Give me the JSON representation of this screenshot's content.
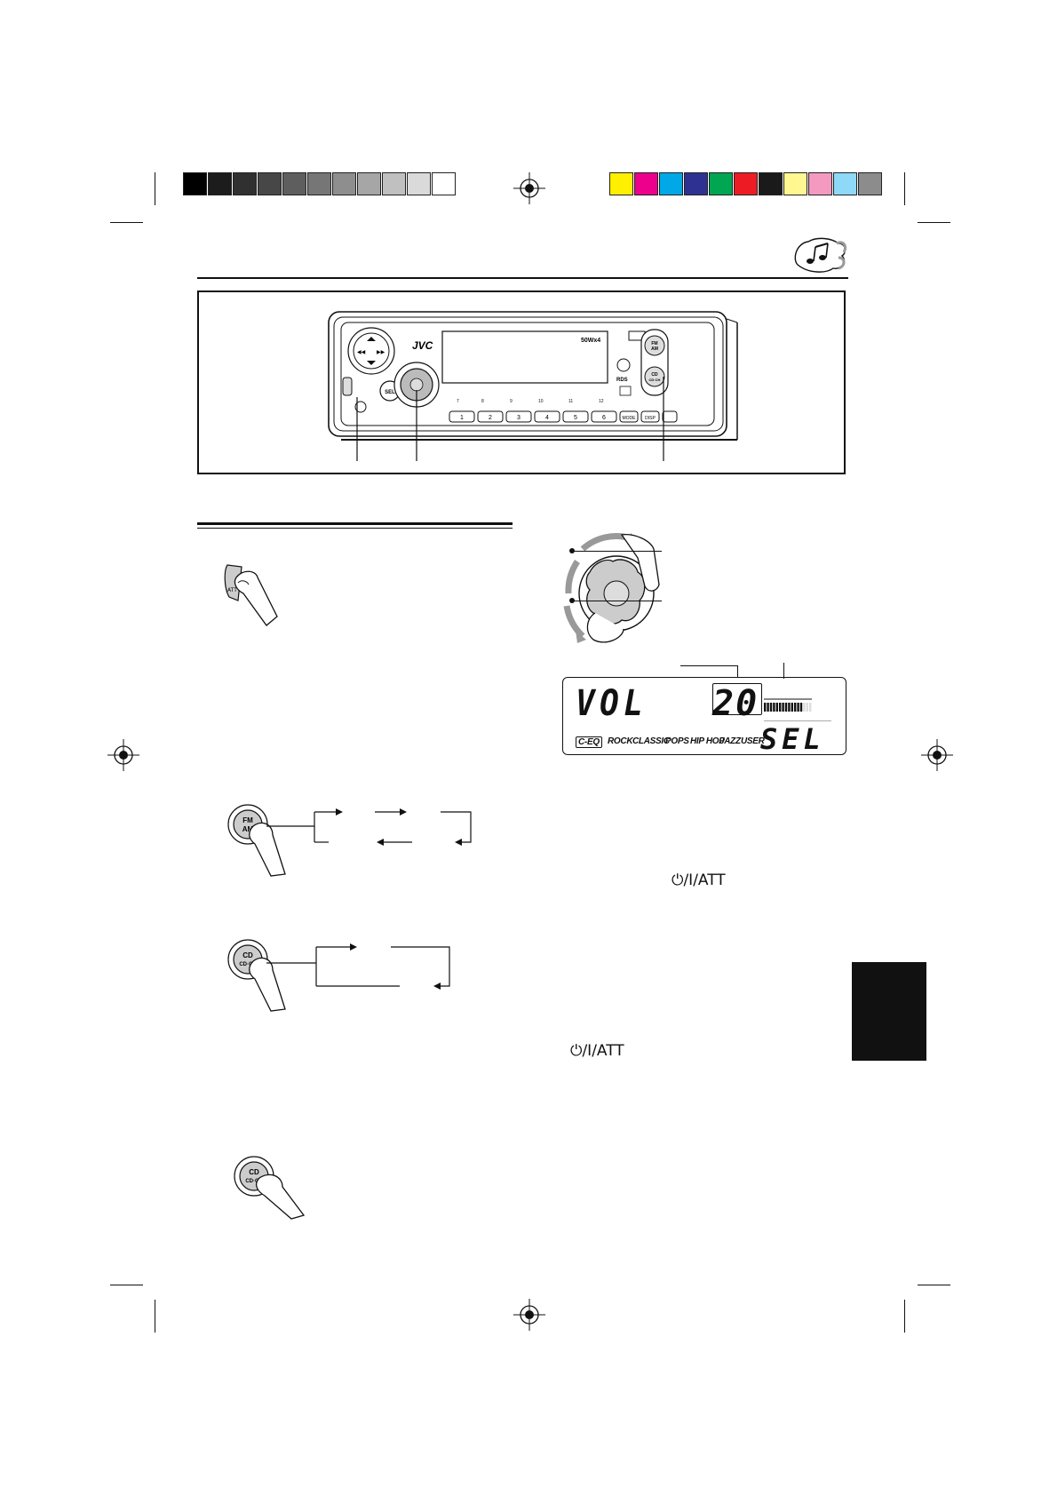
{
  "color_bar": {
    "grays": [
      "#000000",
      "#1c1c1c",
      "#303030",
      "#474747",
      "#5e5e5e",
      "#767676",
      "#8e8e8e",
      "#a6a6a6",
      "#c0c0c0",
      "#dadada",
      "#ffffff"
    ],
    "colors": [
      "#ffef00",
      "#ec008c",
      "#00a8e8",
      "#2e3192",
      "#00a651",
      "#ed1c24",
      "#1a1a1a",
      "#fff78f",
      "#f49ac1",
      "#8ed8f8",
      "#8c8c8c"
    ]
  },
  "head_unit": {
    "brand": "JVC",
    "power_rating": "50Wx4",
    "source_buttons": {
      "fm": "FM",
      "am": "AM",
      "cd": "CD",
      "cd_ch": "CD·CH"
    },
    "sel_label": "SEL",
    "preset_labels": [
      "1",
      "2",
      "3",
      "4",
      "5",
      "6"
    ],
    "mode_label": "MODE",
    "disp_label": "DISP",
    "rds_label": "RDS"
  },
  "lcd": {
    "main_text": "VOL",
    "level": "20",
    "right_text": "SEL",
    "eq_modes": [
      "C-EQ",
      "ROCK",
      "CLASSIC",
      "POPS",
      "HIP HOP",
      "JAZZ",
      "USER"
    ],
    "level_meter_fraction": 0.8
  },
  "buttons": {
    "fm_am": {
      "top": "FM",
      "bottom": "AM"
    },
    "cd_1": {
      "top": "CD",
      "bottom": "CD·CH"
    },
    "cd_2": {
      "top": "CD",
      "bottom": "CD·CH"
    },
    "att_button": "ATT"
  },
  "att_symbols": {
    "first": "⏻/I/ATT",
    "second": "⏻/I/ATT"
  },
  "icons": {
    "header": "music-notes-icon",
    "reg_marks": "registration-target-icon"
  }
}
